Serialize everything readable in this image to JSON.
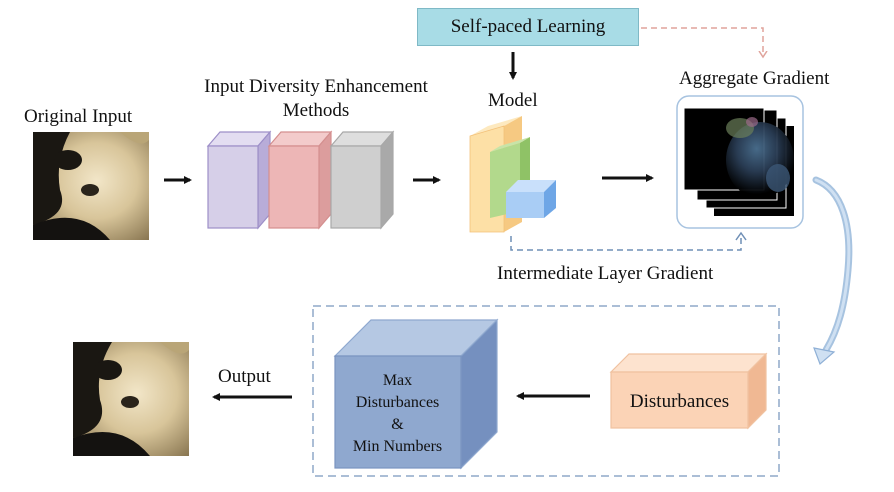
{
  "labels": {
    "original_input": "Original Input",
    "idem_line1": "Input Diversity Enhancement",
    "idem_line2": "Methods",
    "model": "Model",
    "self_paced": "Self-paced Learning",
    "aggregate_gradient": "Aggregate Gradient",
    "intermediate_gradient": "Intermediate Layer Gradient",
    "output": "Output",
    "max_line1": "Max",
    "max_line2": "Disturbances",
    "max_line3": "&",
    "max_line4": "Min Numbers",
    "disturbances": "Disturbances"
  },
  "colors": {
    "self_paced_fill": "#a8dce6",
    "cube_purple": "#d6cfe8",
    "cube_red": "#edb6b6",
    "cube_gray": "#cfcfcf",
    "model_orange": "#fde0a6",
    "model_green": "#b2d98c",
    "model_blue": "#a9cdf5",
    "max_cube": "#8fa8cf",
    "disturbances_cube": "#fbd3b6",
    "dashed_blue": "#6f8fb6",
    "dashed_pink": "#e0a49c"
  },
  "icons": {
    "input_image": "panda-image",
    "output_image": "panda-image",
    "gradient_stack": "gradient-map-stack"
  }
}
